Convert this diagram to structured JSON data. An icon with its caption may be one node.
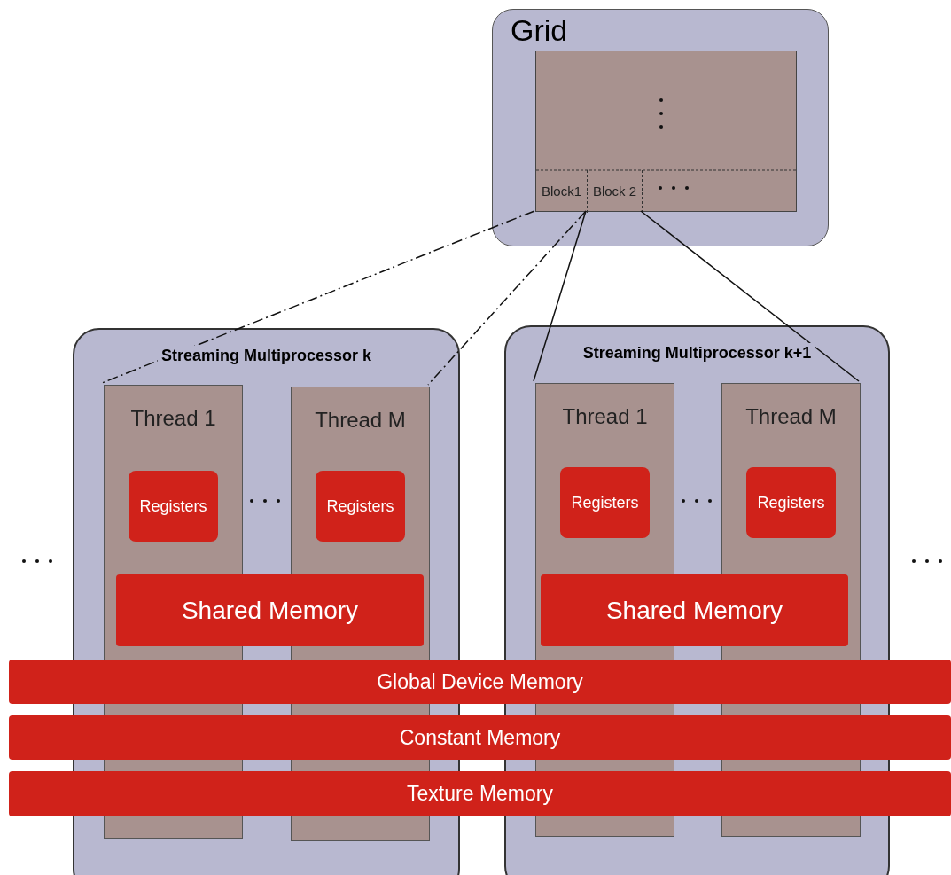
{
  "diagram": {
    "nodes": [
      {
        "text": [
          "Grid"
        ]
      },
      {
        "text": [],
        "shape": "box",
        "in": 0
      },
      {
        "text": [
          "Block1"
        ],
        "in": 1
      },
      {
        "text": [
          "Block 2"
        ],
        "in": 1
      },
      {
        "text": [
          "Streaming Multiprocessor k"
        ]
      },
      {
        "text": [
          "Thread 1"
        ],
        "in": 4
      },
      {
        "text": [
          "Registers"
        ],
        "in": 5
      },
      {
        "text": [
          "Thread M"
        ],
        "in": 4
      },
      {
        "text": [
          "Registers"
        ],
        "in": 7
      },
      {
        "text": [
          "Shared Memory"
        ],
        "in": 4
      },
      {
        "text": [
          "Streaming Multiprocessor k+1"
        ]
      },
      {
        "text": [
          "Thread 1"
        ],
        "in": 10
      },
      {
        "text": [
          "Registers"
        ],
        "in": 11
      },
      {
        "text": [
          "Thread M"
        ],
        "in": 10
      },
      {
        "text": [
          "Registers"
        ],
        "in": 13
      },
      {
        "text": [
          "Shared Memory"
        ],
        "in": 10
      },
      {
        "text": [
          "Global Device Memory"
        ]
      },
      {
        "text": [
          "Constant Memory"
        ]
      },
      {
        "text": [
          "Texture Memory"
        ]
      }
    ],
    "edges": [
      {
        "from": 2,
        "to": 5,
        "arrow": "none",
        "style": "dashed"
      },
      {
        "from": 2,
        "to": 7,
        "arrow": "none",
        "style": "dashed"
      },
      {
        "from": 3,
        "to": 11,
        "arrow": "none"
      },
      {
        "from": 3,
        "to": 13,
        "arrow": "none"
      }
    ]
  }
}
